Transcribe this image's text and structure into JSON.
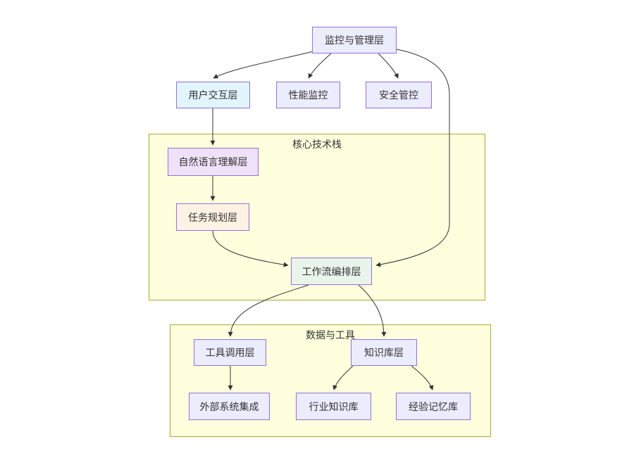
{
  "diagram": {
    "type": "flowchart",
    "background": "#ffffff",
    "clusters": {
      "core_stack": {
        "label": "核心技术栈"
      },
      "data_tools": {
        "label": "数据与工具"
      }
    },
    "nodes": {
      "monitor": {
        "label": "监控与管理层",
        "fill": "#ECECFF"
      },
      "user_interaction": {
        "label": "用户交互层",
        "fill": "#E1F5FE"
      },
      "perf_monitor": {
        "label": "性能监控",
        "fill": "#ECECFF"
      },
      "security": {
        "label": "安全管控",
        "fill": "#ECECFF"
      },
      "nlu": {
        "label": "自然语言理解层",
        "fill": "#EFE1F7"
      },
      "task_planning": {
        "label": "任务规划层",
        "fill": "#FDF2E3"
      },
      "workflow": {
        "label": "工作流编排层",
        "fill": "#E9F4EA"
      },
      "tool_call": {
        "label": "工具调用层",
        "fill": "#ECECFF"
      },
      "knowledge_base": {
        "label": "知识库层",
        "fill": "#ECECFF"
      },
      "external_integration": {
        "label": "外部系统集成",
        "fill": "#ECECFF"
      },
      "industry_kb": {
        "label": "行业知识库",
        "fill": "#ECECFF"
      },
      "memory_kb": {
        "label": "经验记忆库",
        "fill": "#ECECFF"
      }
    },
    "edges": [
      {
        "from": "monitor",
        "to": "user_interaction"
      },
      {
        "from": "monitor",
        "to": "perf_monitor"
      },
      {
        "from": "monitor",
        "to": "security"
      },
      {
        "from": "monitor",
        "to": "workflow"
      },
      {
        "from": "user_interaction",
        "to": "nlu"
      },
      {
        "from": "nlu",
        "to": "task_planning"
      },
      {
        "from": "task_planning",
        "to": "workflow"
      },
      {
        "from": "workflow",
        "to": "tool_call"
      },
      {
        "from": "workflow",
        "to": "knowledge_base"
      },
      {
        "from": "tool_call",
        "to": "external_integration"
      },
      {
        "from": "knowledge_base",
        "to": "industry_kb"
      },
      {
        "from": "knowledge_base",
        "to": "memory_kb"
      }
    ],
    "colors": {
      "node_default_fill": "#ECECFF",
      "node_border": "#9370DB",
      "cluster_fill": "#FFFFDE",
      "cluster_border": "#AAAA33",
      "edge_stroke": "#333333",
      "text": "#333333"
    }
  }
}
